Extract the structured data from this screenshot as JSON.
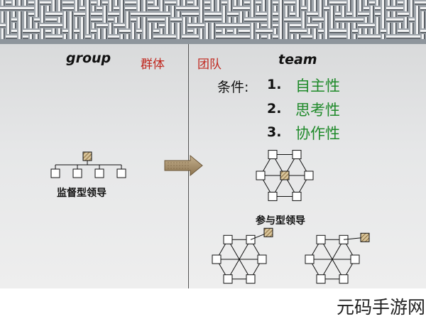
{
  "header": {
    "background": "maze-pattern"
  },
  "left": {
    "title_en": "group",
    "title_zh": "群体",
    "caption": "监督型领导"
  },
  "right": {
    "title_zh": "团队",
    "title_en": "team",
    "condition_label": "条件:",
    "conditions": [
      {
        "num": "1.",
        "text": "自主性"
      },
      {
        "num": "2.",
        "text": "思考性"
      },
      {
        "num": "3.",
        "text": "协作性"
      }
    ],
    "caption": "参与型领导"
  },
  "watermark": "元码手游网",
  "colors": {
    "red": "#c0271e",
    "green": "#1f8a2a",
    "arrow": "#a08a6a"
  }
}
